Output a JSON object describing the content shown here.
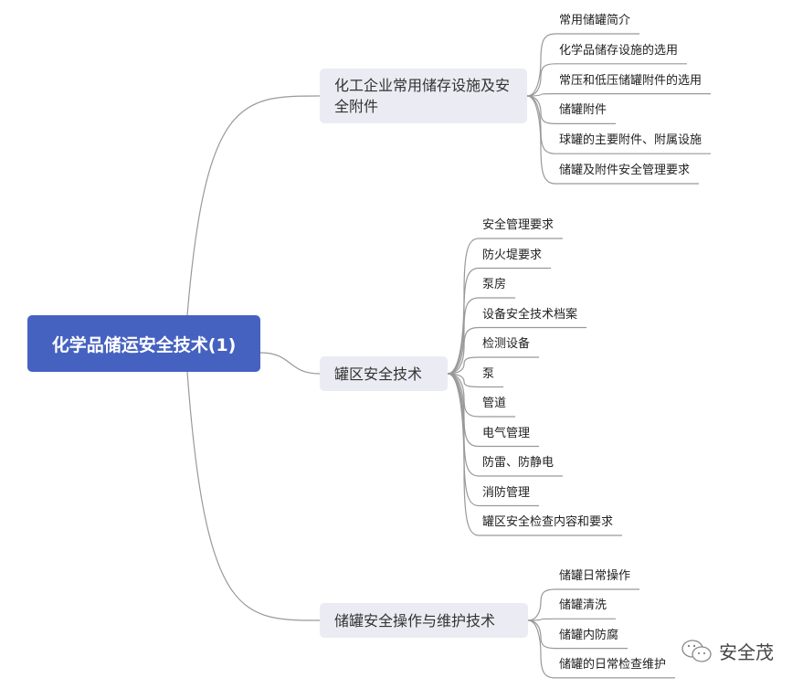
{
  "root": {
    "label": "化学品储运安全技术(1)"
  },
  "branches": [
    {
      "label": "化工企业常用储存设施及安全附件",
      "children": [
        "常用储罐简介",
        "化学品储存设施的选用",
        "常压和低压储罐附件的选用",
        "储罐附件",
        "球罐的主要附件、附属设施",
        "储罐及附件安全管理要求"
      ]
    },
    {
      "label": "罐区安全技术",
      "children": [
        "安全管理要求",
        "防火堤要求",
        "泵房",
        "设备安全技术档案",
        "检测设备",
        "泵",
        "管道",
        "电气管理",
        "防雷、防静电",
        "消防管理",
        "罐区安全检查内容和要求"
      ]
    },
    {
      "label": "储罐安全操作与维护技术",
      "children": [
        "储罐日常操作",
        "储罐清洗",
        "储罐内防腐",
        "储罐的日常检查维护"
      ]
    }
  ],
  "watermark": {
    "label": "安全茂"
  },
  "colors": {
    "root": "#4662c0",
    "branch_bg": "#ebebf3",
    "line": "#999999"
  }
}
